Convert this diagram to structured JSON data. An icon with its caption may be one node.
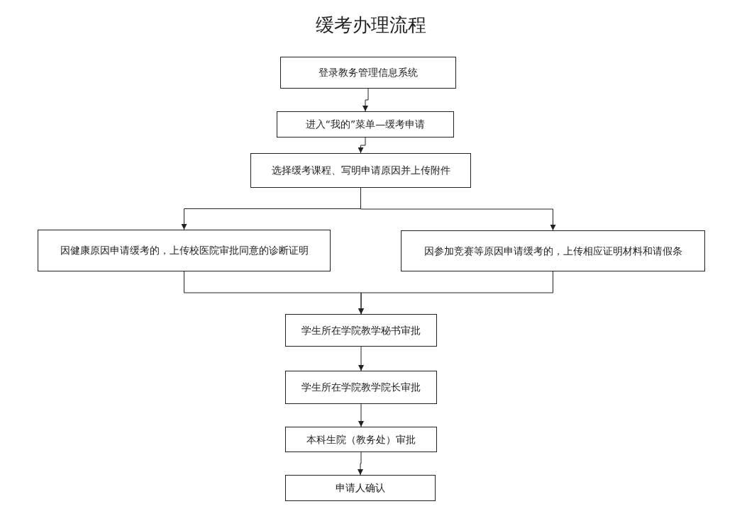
{
  "diagram": {
    "title": "缓考办理流程",
    "nodes": [
      {
        "text": [
          "登录教务管理信息系统"
        ]
      },
      {
        "text": [
          "进入“我的”菜单—缓考申请"
        ]
      },
      {
        "text": [
          "选择缓考课程、写明申请原因并上传附件"
        ]
      },
      {
        "text": [
          "因健康原因申请缓考的，上传校医院审批同意的诊断证明"
        ]
      },
      {
        "text": [
          "因参加竞赛等原因申请缓考的，上传相应证明材料和请假条"
        ]
      },
      {
        "text": [
          "学生所在学院教学秘书审批"
        ]
      },
      {
        "text": [
          "学生所在学院教学院长审批"
        ]
      },
      {
        "text": [
          "本科生院（教务处）审批"
        ]
      },
      {
        "text": [
          "申请人确认"
        ]
      }
    ],
    "edges": [
      {
        "from": 0,
        "to": 1,
        "arrow": "to"
      },
      {
        "from": 1,
        "to": 2,
        "arrow": "to"
      },
      {
        "from": 2,
        "to": 3,
        "arrow": "to"
      },
      {
        "from": 2,
        "to": 4,
        "arrow": "to"
      },
      {
        "from": 3,
        "to": 5,
        "arrow": "to"
      },
      {
        "from": 4,
        "to": 5,
        "arrow": "to"
      },
      {
        "from": 5,
        "to": 6,
        "arrow": "to"
      },
      {
        "from": 6,
        "to": 7,
        "arrow": "to"
      },
      {
        "from": 7,
        "to": 8,
        "arrow": "to"
      }
    ]
  }
}
